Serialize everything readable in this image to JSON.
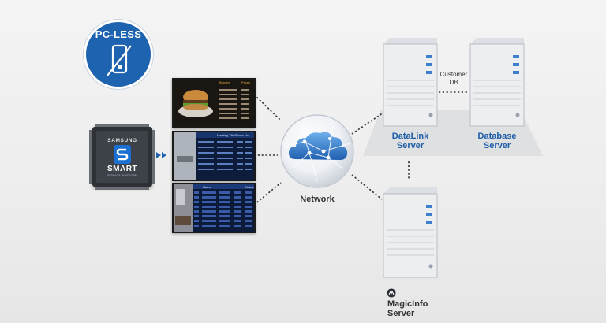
{
  "badge": {
    "title": "PC-LESS",
    "icon": "mobile-device-crossed-icon",
    "color": "#1d63b0"
  },
  "chip": {
    "brand": "SAMSUNG",
    "word": "SMART",
    "subtitle": "SIGNAGE PLATFORM",
    "icon": "samsung-smart-chip-icon"
  },
  "screens": [
    {
      "header_left": "Burgers",
      "header_right": "Prices",
      "icon": "burger-photo"
    },
    {
      "header_left": "Meeting Title",
      "header_right": "Room No",
      "icon": "office-photo"
    },
    {
      "header_left": "Name",
      "header_right": "Status",
      "icon": "hotel-room-photo"
    }
  ],
  "network": {
    "label": "Network",
    "icon": "cloud-network-icon"
  },
  "servers": {
    "datalink": {
      "label_line1": "DataLink",
      "label_line2": "Server"
    },
    "database": {
      "label_line1": "Database",
      "label_line2": "Server"
    },
    "magicinfo": {
      "label_line1": "MagicInfo",
      "label_line2": "Server",
      "icon": "magicinfo-logo-icon"
    }
  },
  "link": {
    "label_line1": "Customer",
    "label_line2": "DB"
  },
  "colors": {
    "accent": "#1c5da8",
    "arrow": "#1d63b0"
  }
}
